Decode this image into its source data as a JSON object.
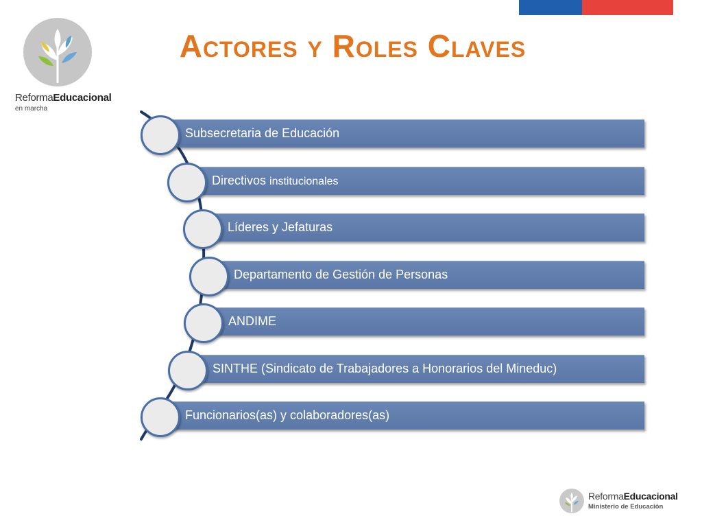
{
  "title": "Actores y Roles Claves",
  "brand": {
    "name_light": "Reforma",
    "name_bold": "Educacional",
    "tagline": "en marcha",
    "footer_subtitle": "Ministerio de Educación"
  },
  "colors": {
    "title": "#e2761e",
    "bar": "#5f7cab",
    "node_border": "#4a6fa5",
    "spine": "#1f3864",
    "flag_blue": "#1f5fad",
    "flag_red": "#e8423d"
  },
  "roles": [
    {
      "label": "Subsecretaria de Educación",
      "label_small": ""
    },
    {
      "label": "Directivos",
      "label_small": "institucionales"
    },
    {
      "label": "Líderes y Jefaturas",
      "label_small": ""
    },
    {
      "label": "Departamento de Gestión de Personas",
      "label_small": ""
    },
    {
      "label": "ANDIME",
      "label_small": ""
    },
    {
      "label": "SINTHE (Sindicato de Trabajadores a Honorarios del Mineduc)",
      "label_small": ""
    },
    {
      "label": "Funcionarios(as) y colaboradores(as)",
      "label_small": ""
    }
  ]
}
